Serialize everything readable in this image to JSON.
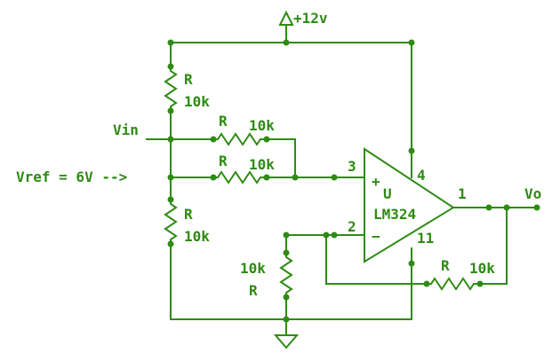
{
  "colors": {
    "ink": "#2e8b13",
    "background": "#ffffff"
  },
  "supply": {
    "label": "+12v"
  },
  "inputs": {
    "vin": "Vin",
    "vref": "Vref = 6V -->"
  },
  "output": {
    "label": "Vo"
  },
  "opamp": {
    "part": "U",
    "model": "LM324",
    "plus": "+",
    "minus": "−",
    "pin3": "3",
    "pin2": "2",
    "pin4": "4",
    "pin11": "11",
    "pin1": "1"
  },
  "resistors": [
    {
      "name": "R",
      "value": "10k"
    },
    {
      "name": "R",
      "value": "10k"
    },
    {
      "name": "R",
      "value": "10k"
    },
    {
      "name": "R",
      "value": "10k"
    },
    {
      "name": "R",
      "value": "10k"
    },
    {
      "name": "R",
      "value": "10k"
    }
  ]
}
